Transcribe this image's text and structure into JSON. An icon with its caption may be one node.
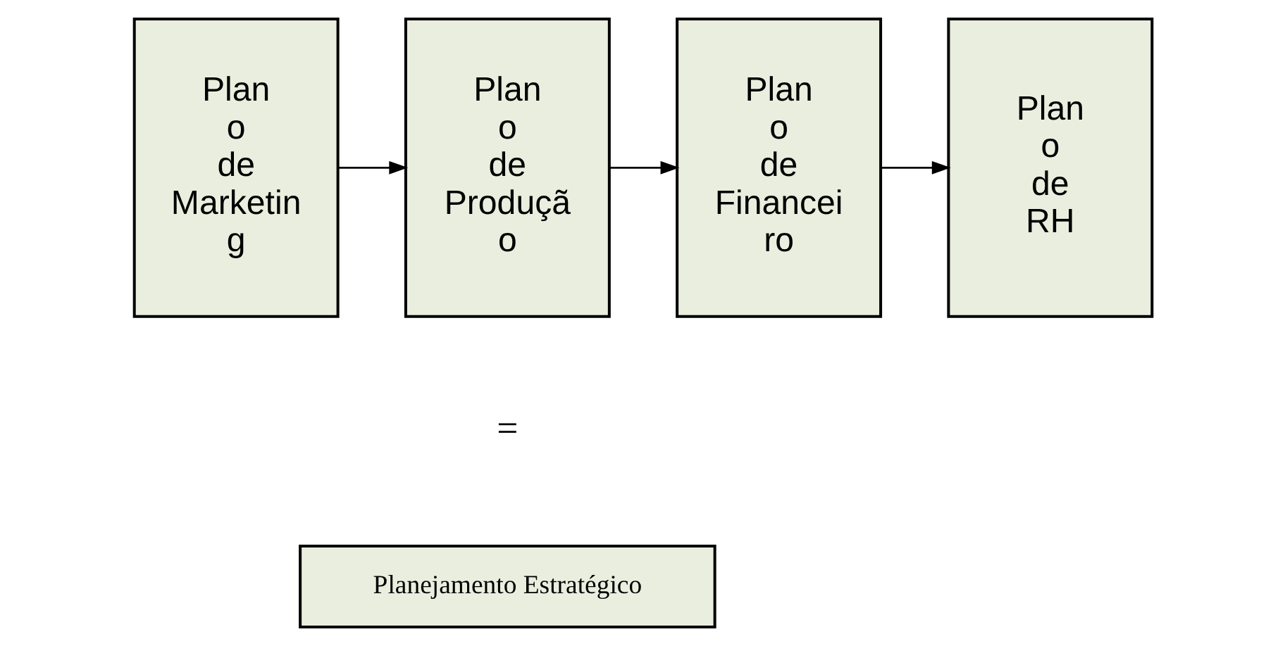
{
  "diagram": {
    "nodes": [
      {
        "text": [
          "Plan o de Marketin g"
        ]
      },
      {
        "text": [
          "Plan o de Produçã o"
        ]
      },
      {
        "text": [
          "Plan o de Financei ro"
        ]
      },
      {
        "text": [
          "Plan o de RH"
        ]
      },
      {
        "text": [
          "Planejamento Estratégico"
        ]
      }
    ],
    "edges": [
      {
        "from": 0,
        "to": 1,
        "arrow": "to"
      },
      {
        "from": 1,
        "to": 2,
        "arrow": "to"
      },
      {
        "from": 2,
        "to": 3,
        "arrow": "to"
      }
    ],
    "labels": [
      "="
    ]
  }
}
